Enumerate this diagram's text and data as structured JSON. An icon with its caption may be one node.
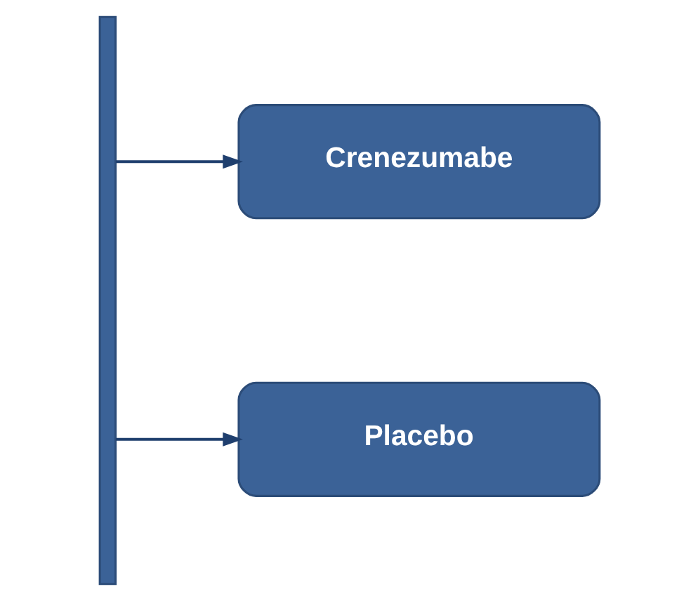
{
  "diagram": {
    "nodes": [
      {
        "text": [],
        "shape": "box"
      },
      {
        "text": [
          "Crenezumabe"
        ]
      },
      {
        "text": [
          "Placebo"
        ]
      }
    ],
    "edges": [
      {
        "from": 0,
        "to": 1,
        "arrow": "to"
      },
      {
        "from": 0,
        "to": 2,
        "arrow": "to"
      }
    ]
  }
}
